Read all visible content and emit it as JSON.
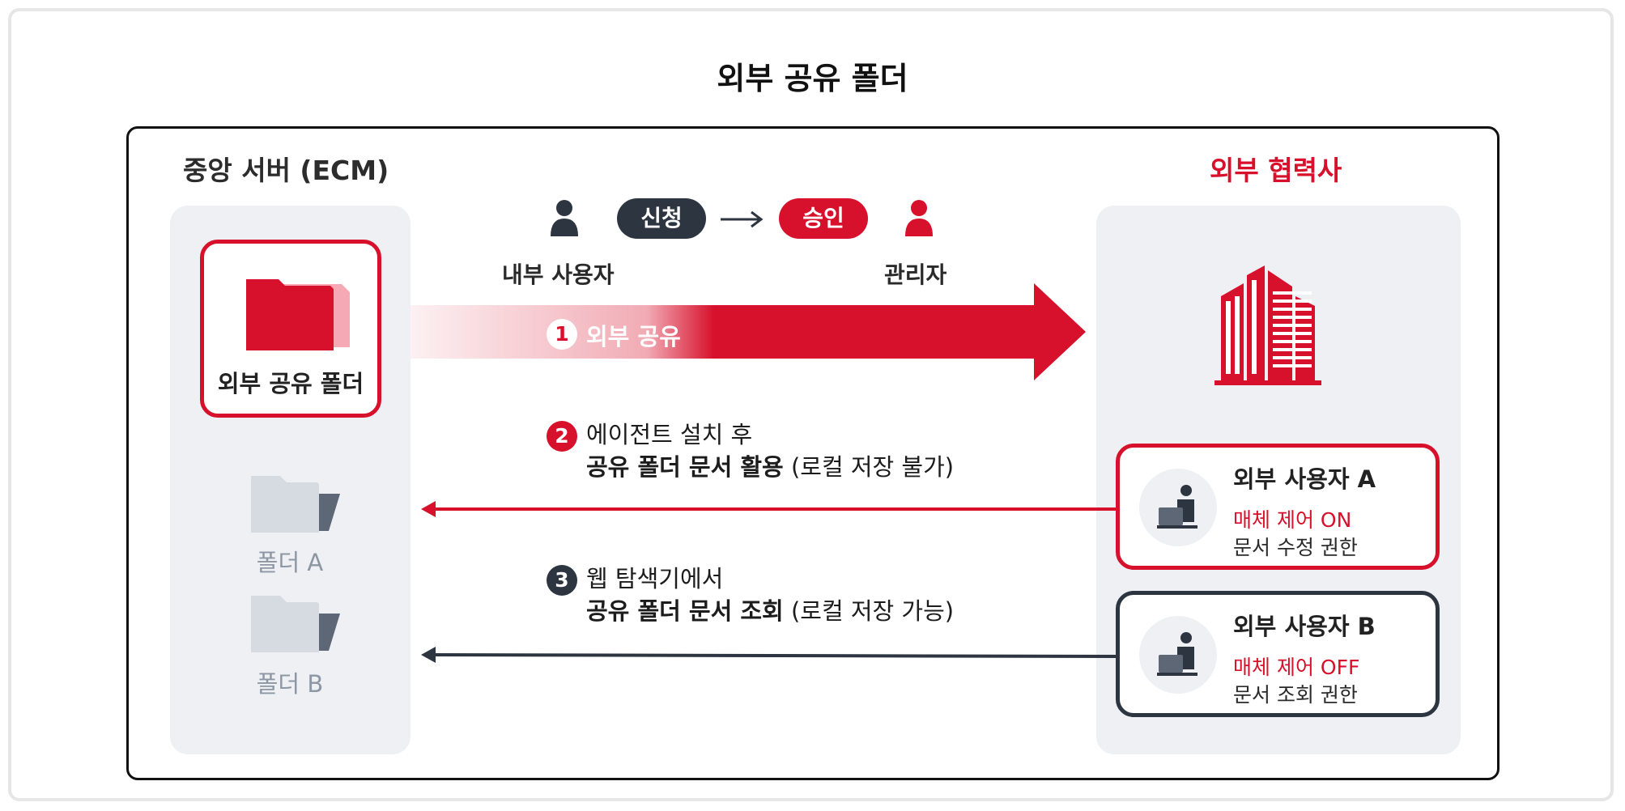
{
  "title": "외부 공유 폴더",
  "left_panel": {
    "heading": "중앙 서버 (ECM)",
    "shared_folder_label": "외부 공유 폴더",
    "folders": [
      {
        "label": "폴더 A"
      },
      {
        "label": "폴더 B"
      }
    ]
  },
  "right_panel": {
    "heading": "외부 협력사",
    "users": [
      {
        "name": "외부 사용자 A",
        "control": "매체 제어 ON",
        "permission": "문서 수정 권한"
      },
      {
        "name": "외부 사용자 B",
        "control": "매체 제어 OFF",
        "permission": "문서 조회 권한"
      }
    ]
  },
  "approval": {
    "request_label": "신청",
    "approve_label": "승인",
    "internal_user_label": "내부 사용자",
    "admin_label": "관리자"
  },
  "steps": [
    {
      "number": "1",
      "text": "외부 공유"
    },
    {
      "number": "2",
      "line1": "에이전트 설치 후",
      "line2_bold": "공유 폴더 문서 활용",
      "line2_light": "(로컬 저장 불가)"
    },
    {
      "number": "3",
      "line1": "웹 탐색기에서",
      "line2_bold": "공유 폴더 문서 조회",
      "line2_light": "(로컬 저장 가능)"
    }
  ],
  "colors": {
    "accent_red": "#d7102b",
    "dark": "#2c3540",
    "panel_bg": "#eef0f4",
    "folder_gray": "#d6dbe2"
  }
}
